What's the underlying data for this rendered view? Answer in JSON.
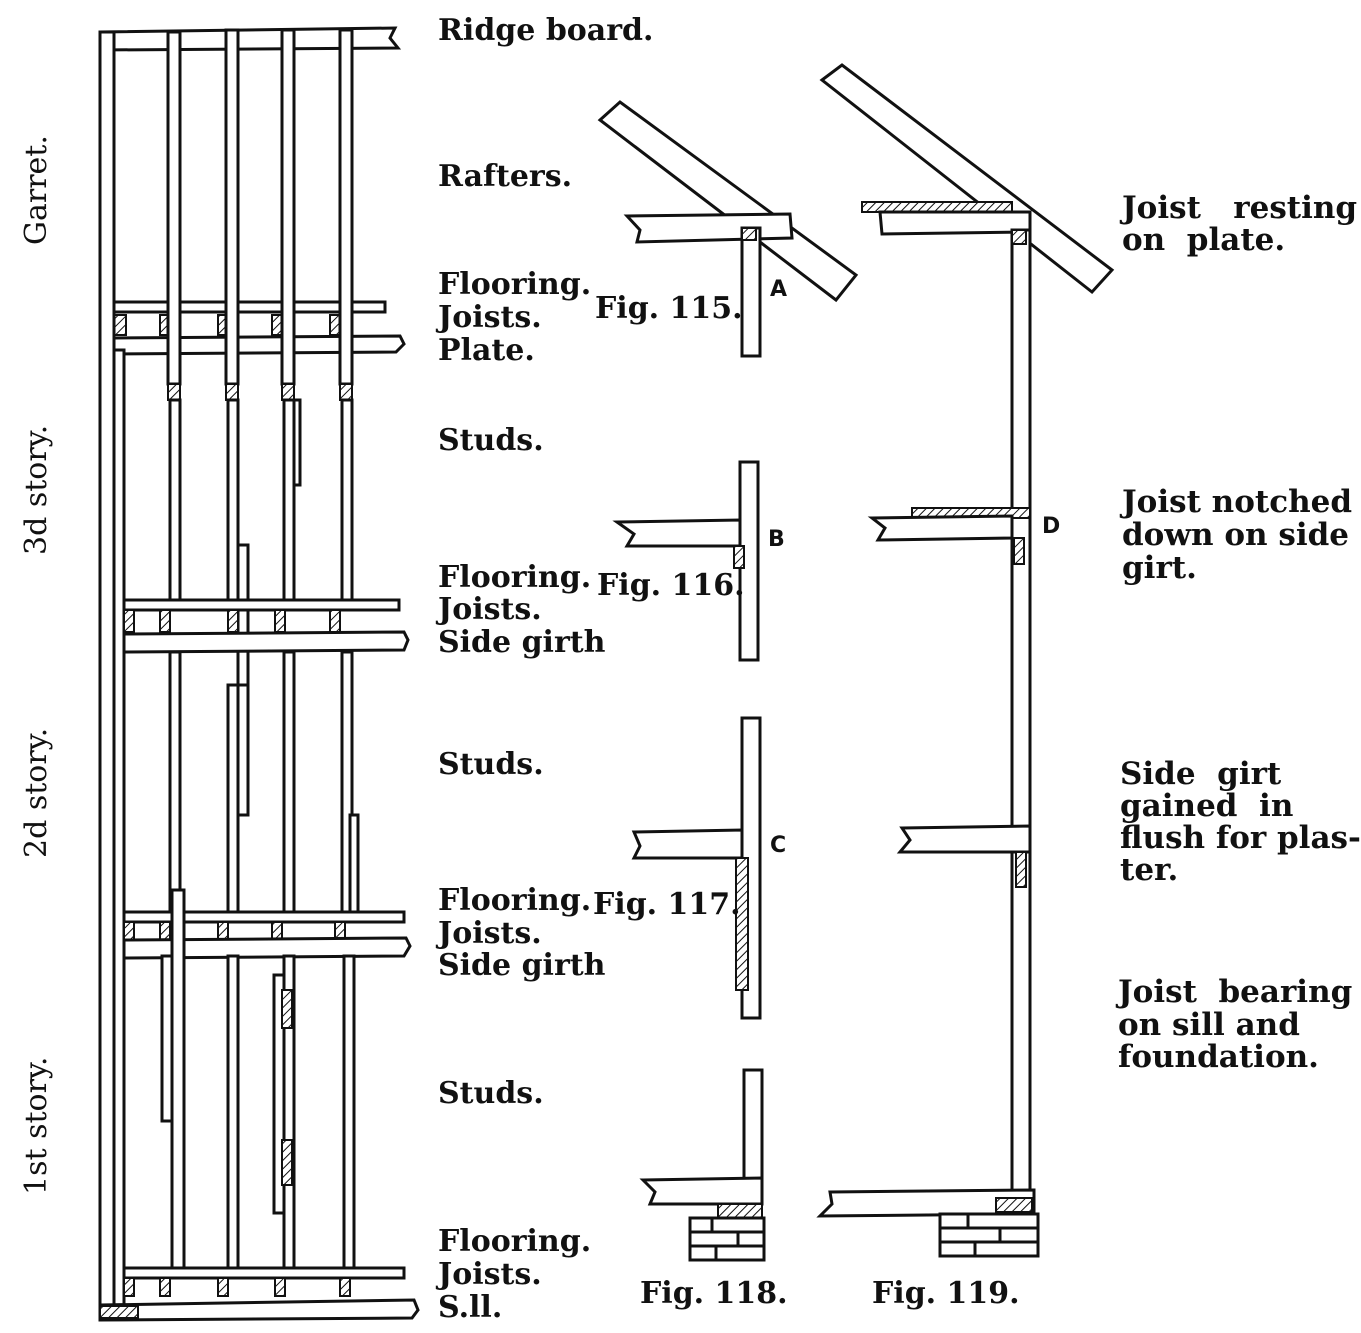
{
  "story_labels": {
    "garret": "Garret.",
    "third": "3d story.",
    "second": "2d story.",
    "first": "1st story."
  },
  "frame_labels": {
    "ridge_board": "Ridge board.",
    "rafters": "Rafters.",
    "flooring_top": "Flooring.",
    "joists_top": "Joists.",
    "plate": "Plate.",
    "studs_3": "Studs.",
    "flooring_3": "Flooring.",
    "joists_3": "Joists.",
    "side_girth_3": "Side girth",
    "studs_2": "Studs.",
    "flooring_2": "Flooring.",
    "joists_2": "Joists.",
    "side_girth_2": "Side girth",
    "studs_1": "Studs.",
    "flooring_1": "Flooring.",
    "joists_1": "Joists.",
    "sill": "S.ll."
  },
  "figures": {
    "fig115": "Fig. 115.",
    "fig116": "Fig. 116.",
    "fig117": "Fig. 117.",
    "fig118": "Fig. 118.",
    "fig119": "Fig. 119."
  },
  "detail_letters": {
    "a": "A",
    "b": "B",
    "c": "C",
    "d": "D"
  },
  "notes": {
    "n1_line1": "Joist   resting",
    "n1_line2": "on  plate.",
    "n2_line1": "Joist notched",
    "n2_line2": "down on side",
    "n2_line3": "girt.",
    "n3_line1": "Side  girt",
    "n3_line2": "gained  in",
    "n3_line3": "flush for plas-",
    "n3_line4": "ter.",
    "n4_line1": "Joist  bearing",
    "n4_line2": "on sill and",
    "n4_line3": "foundation."
  }
}
